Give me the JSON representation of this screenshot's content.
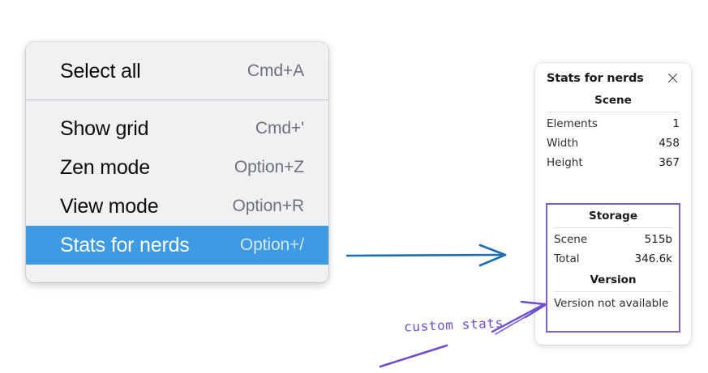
{
  "context_menu": {
    "groups": [
      {
        "name": "group-top",
        "items": [
          {
            "label": "Select all",
            "shortcut": "Cmd+A",
            "selected": false
          }
        ]
      },
      {
        "name": "group-bottom",
        "items": [
          {
            "label": "Show grid",
            "shortcut": "Cmd+'",
            "selected": false
          },
          {
            "label": "Zen mode",
            "shortcut": "Option+Z",
            "selected": false
          },
          {
            "label": "View mode",
            "shortcut": "Option+R",
            "selected": false
          },
          {
            "label": "Stats for nerds",
            "shortcut": "Option+/",
            "selected": true
          }
        ]
      }
    ],
    "selected_item_label": "Stats for nerds",
    "highlight_color": "#3d9ae3"
  },
  "stats_panel": {
    "title": "Stats for nerds",
    "close_icon": "close-icon",
    "scene": {
      "heading": "Scene",
      "rows": [
        {
          "label": "Elements",
          "value": "1"
        },
        {
          "label": "Width",
          "value": "458"
        },
        {
          "label": "Height",
          "value": "367"
        }
      ]
    },
    "storage": {
      "heading": "Storage",
      "rows": [
        {
          "label": "Scene",
          "value": "515b"
        },
        {
          "label": "Total",
          "value": "346.6k"
        }
      ]
    },
    "version": {
      "heading": "Version",
      "text": "Version not available"
    },
    "custom_region_color": "#7d5fd6"
  },
  "annotations": {
    "flow_arrow_color": "#1f6cb0",
    "custom_stats_label": "custom stats",
    "ink_color": "#6d4ecf"
  }
}
